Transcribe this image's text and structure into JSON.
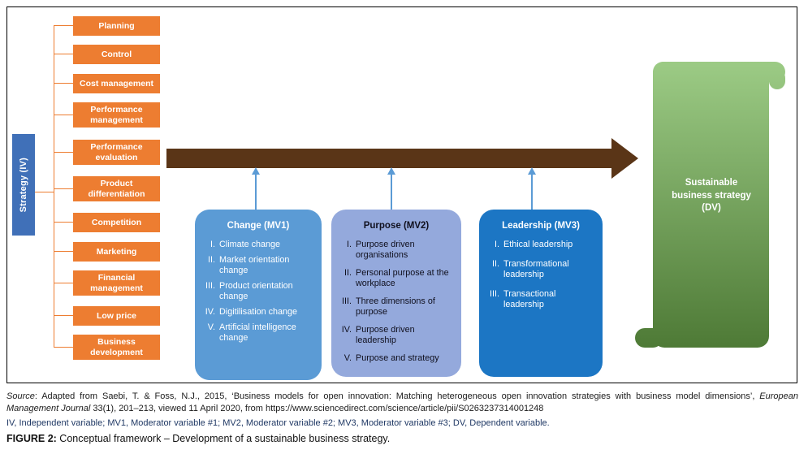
{
  "palette": {
    "orange": "#ED7D31",
    "strategy_blue": "#4070B8",
    "change_blue": "#5B9BD5",
    "purpose_periwinkle": "#94A9DC",
    "leadership_blue": "#1C76C4",
    "arrow_brown": "#5A3517",
    "scroll_green_top": "#9CCB85",
    "scroll_green_bottom": "#4E7A36",
    "abbrev_navy": "#1F3864"
  },
  "strategy_box": {
    "label": "Strategy (IV)"
  },
  "left_column": {
    "items": [
      {
        "label": "Planning"
      },
      {
        "label": "Control"
      },
      {
        "label": "Cost management"
      },
      {
        "label": "Performance management"
      },
      {
        "label": "Performance evaluation"
      },
      {
        "label": "Product differentiation"
      },
      {
        "label": "Competition"
      },
      {
        "label": "Marketing"
      },
      {
        "label": "Financial management"
      },
      {
        "label": "Low price"
      },
      {
        "label": "Business development"
      }
    ]
  },
  "mv_boxes": [
    {
      "title": "Change (MV1)",
      "items": [
        {
          "numeral": "I.",
          "text": "Climate change"
        },
        {
          "numeral": "II.",
          "text": "Market orientation change"
        },
        {
          "numeral": "III.",
          "text": "Product orientation change"
        },
        {
          "numeral": "IV.",
          "text": "Digitilisation change"
        },
        {
          "numeral": "V.",
          "text": "Artificial intelligence change"
        }
      ]
    },
    {
      "title": "Purpose (MV2)",
      "items": [
        {
          "numeral": "I.",
          "text": "Purpose driven organisations"
        },
        {
          "numeral": "II.",
          "text": "Personal purpose at the workplace"
        },
        {
          "numeral": "III.",
          "text": "Three dimensions of purpose"
        },
        {
          "numeral": "IV.",
          "text": "Purpose driven leadership"
        },
        {
          "numeral": "V.",
          "text": "Purpose and strategy"
        }
      ]
    },
    {
      "title": "Leadership (MV3)",
      "items": [
        {
          "numeral": "I.",
          "text": "Ethical leadership"
        },
        {
          "numeral": "II.",
          "text": "Transformational leadership"
        },
        {
          "numeral": "III.",
          "text": "Transactional leadership"
        }
      ]
    }
  ],
  "outcome": {
    "label": "Sustainable business strategy (DV)"
  },
  "figure": {
    "source_prefix_italic": "Source",
    "source_text_1": ": Adapted from Saebi, T. & Foss, N.J., 2015, ‘Business models for open innovation: Matching heterogeneous open innovation strategies with business model dimensions’, ",
    "source_journal_italic": "European Management Journal",
    "source_text_2": " 33(1), 201–213, viewed 11 April 2020, from https://www.sciencedirect.com/science/article/pii/S0263237314001248",
    "abbreviations": "IV, Independent variable; MV1, Moderator variable #1; MV2, Moderator variable #2; MV3, Moderator variable #3; DV, Dependent variable.",
    "caption_label": "FIGURE 2:",
    "caption_text": " Conceptual framework – Development of a sustainable business strategy."
  }
}
